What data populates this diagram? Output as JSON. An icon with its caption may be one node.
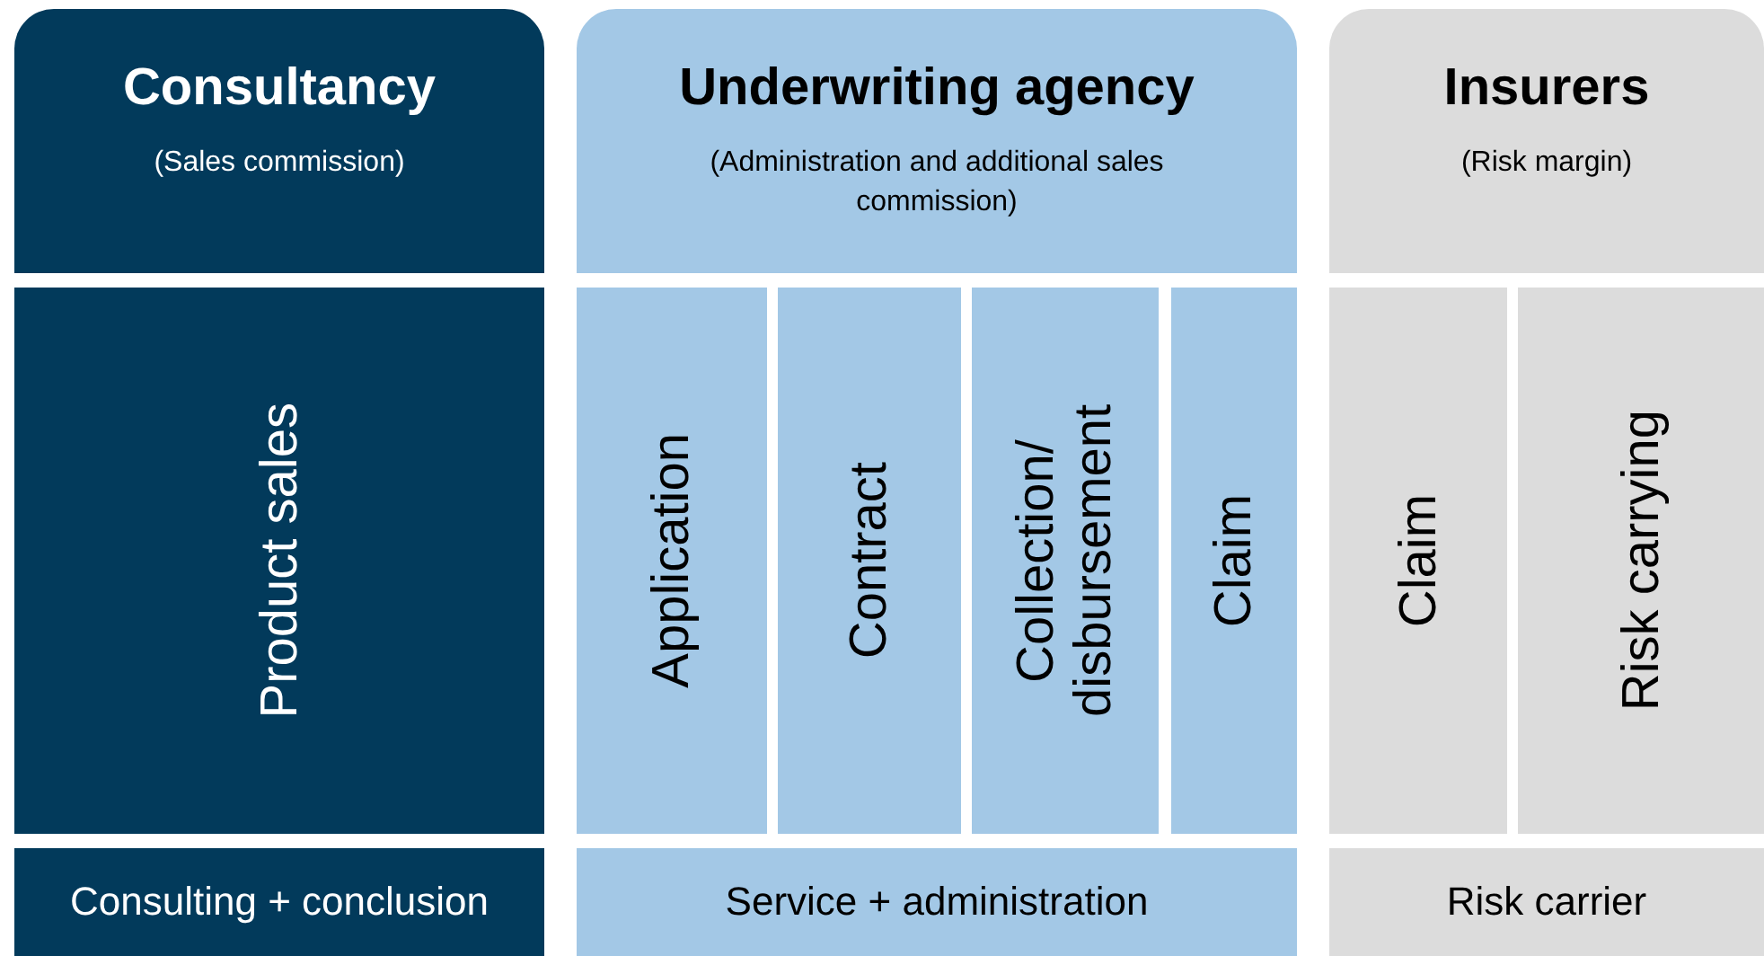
{
  "diagram": {
    "nodes": [
      {
        "text": [
          "Consultancy",
          "(Sales commission)"
        ]
      },
      {
        "text": [
          "Underwriting agency",
          "(Administration and additional sales commission)"
        ]
      },
      {
        "text": [
          "Insurers",
          "(Risk margin)"
        ]
      },
      {
        "text": [
          "Product sales"
        ]
      },
      {
        "text": [
          "Application"
        ]
      },
      {
        "text": [
          "Contract"
        ]
      },
      {
        "text": [
          "Collection/ disbursement"
        ]
      },
      {
        "text": [
          "Claim"
        ]
      },
      {
        "text": [
          "Claim"
        ]
      },
      {
        "text": [
          "Risk carrying"
        ]
      },
      {
        "text": [
          "Consulting + conclusion"
        ]
      },
      {
        "text": [
          "Service + administration"
        ]
      },
      {
        "text": [
          "Risk carrier"
        ]
      }
    ]
  }
}
